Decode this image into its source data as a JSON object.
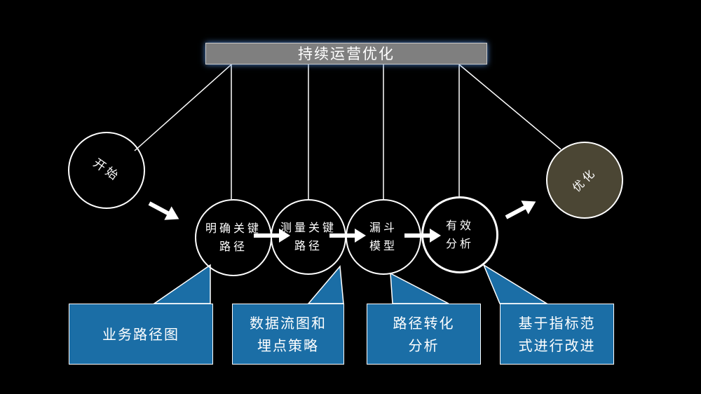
{
  "banner": {
    "title": "持续运营优化"
  },
  "start": {
    "label": "开始"
  },
  "end": {
    "label": "优化",
    "fill": "#4b4634"
  },
  "steps": [
    {
      "line1": "明确关键",
      "line2": "路径"
    },
    {
      "line1": "测量关键",
      "line2": "路径"
    },
    {
      "line1": "漏斗",
      "line2": "模型"
    },
    {
      "line1": "有效",
      "line2": "分析"
    }
  ],
  "callouts": [
    {
      "line1": "业务路径图",
      "line2": ""
    },
    {
      "line1": "数据流图和",
      "line2": "埋点策略"
    },
    {
      "line1": "路径转化",
      "line2": "分析"
    },
    {
      "line1": "基于指标范",
      "line2": "式进行改进"
    }
  ],
  "colors": {
    "callout_fill": "#1b6ea6",
    "banner_fill": "#7f7f7f",
    "glow": "#5a96e6"
  }
}
